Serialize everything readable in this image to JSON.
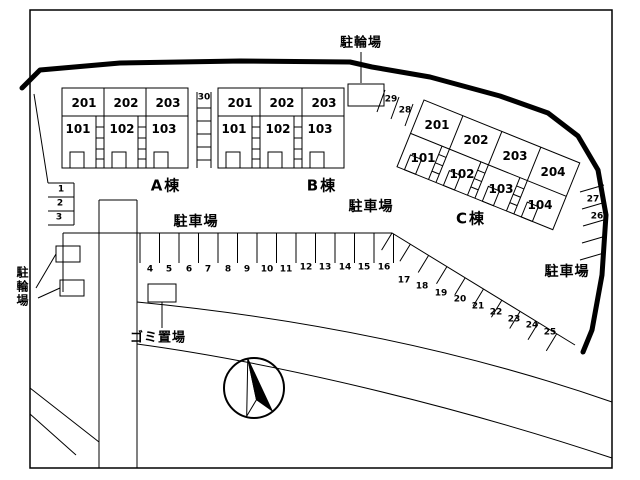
{
  "colors": {
    "line": "#000000",
    "background": "#ffffff"
  },
  "labels": {
    "bike_parking_top": "駐輪場",
    "bike_parking_left": "駐輪場",
    "parking_lot_left": "駐車場",
    "parking_lot_center": "駐車場",
    "parking_lot_right": "駐車場",
    "garbage_area": "ゴミ置場"
  },
  "buildings": {
    "a": {
      "name": "A棟",
      "upper_rooms": [
        "201",
        "202",
        "203"
      ],
      "lower_rooms": [
        "101",
        "102",
        "103"
      ]
    },
    "b": {
      "name": "B棟",
      "upper_rooms": [
        "201",
        "202",
        "203"
      ],
      "lower_rooms": [
        "101",
        "102",
        "103"
      ]
    },
    "c": {
      "name": "C棟",
      "upper_rooms": [
        "201",
        "202",
        "203",
        "204"
      ],
      "lower_rooms": [
        "101",
        "102",
        "103",
        "104"
      ]
    }
  },
  "parking_spaces": {
    "left_column": [
      "1",
      "2",
      "3"
    ],
    "between_buildings": "30",
    "main_row": [
      "4",
      "5",
      "6",
      "7",
      "8",
      "9",
      "10",
      "11"
    ],
    "second_row": [
      "12",
      "13",
      "14",
      "15",
      "16"
    ],
    "diagonal_row": [
      "17",
      "18",
      "19",
      "20",
      "21",
      "22",
      "23",
      "24",
      "25"
    ],
    "top_right": [
      "29",
      "28"
    ],
    "right_edge": [
      "27",
      "26"
    ]
  },
  "icons": {
    "compass": "north-arrow"
  }
}
